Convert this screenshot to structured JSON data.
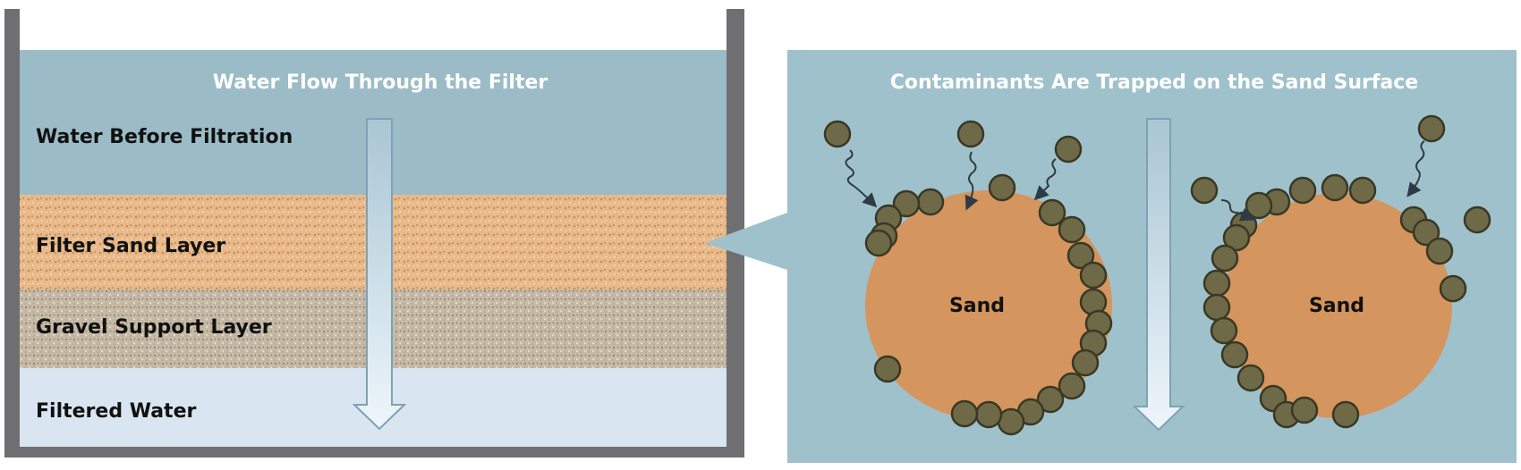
{
  "filter_panel": {
    "title": "Water Flow Through the Filter",
    "layers": [
      {
        "label": "Water Before Filtration"
      },
      {
        "label": "Filter Sand Layer"
      },
      {
        "label": "Gravel Support Layer"
      },
      {
        "label": "Filtered Water"
      }
    ]
  },
  "detail_panel": {
    "title": "Contaminants Are Trapped on the Sand Surface",
    "grain_label": "Sand"
  },
  "colors": {
    "tank_wall": "#6f6f72",
    "water": "#9bbcc6",
    "sand": "#e8b98a",
    "gravel": "#c8bca8",
    "filtered_water": "#d9e6f1",
    "detail_bg": "#9fc1cb",
    "sand_grain": "#d4955e",
    "contaminant": "#6e6a47"
  }
}
